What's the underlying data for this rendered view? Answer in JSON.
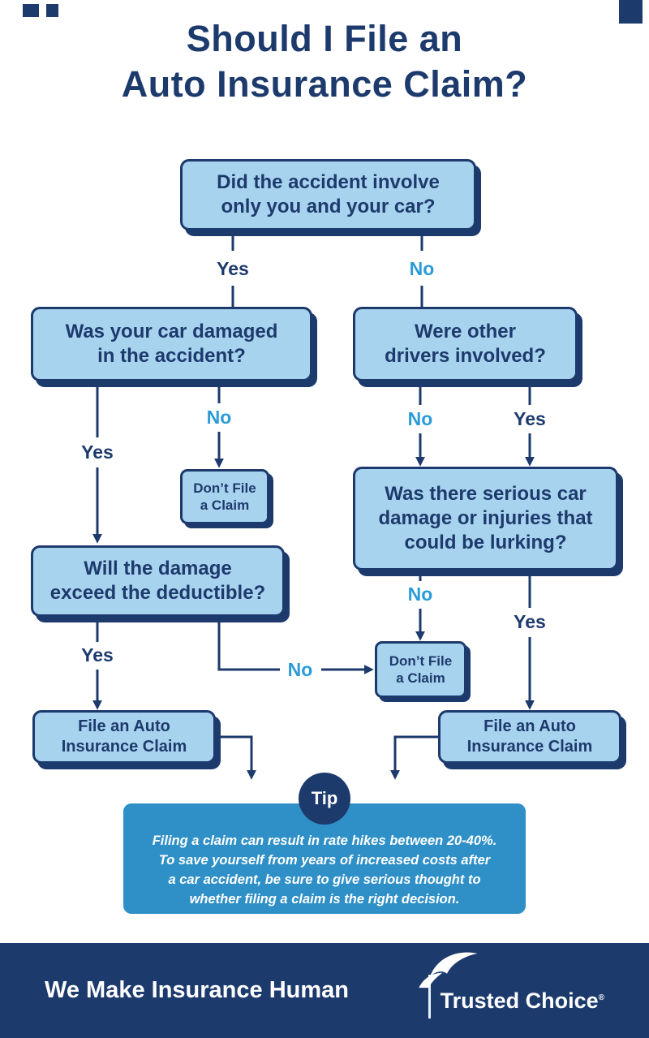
{
  "title": {
    "lines": [
      "Should I File an",
      "Auto Insurance Claim?"
    ]
  },
  "labels": {
    "yes": "Yes",
    "no": "No"
  },
  "nodes": {
    "accident": {
      "lines": [
        "Did the accident involve",
        "only you and your car?"
      ]
    },
    "car_damaged": {
      "lines": [
        "Was your car damaged",
        "in the accident?"
      ]
    },
    "other_drivers": {
      "lines": [
        "Were other",
        "drivers involved?"
      ]
    },
    "dont_file_1": {
      "lines": [
        "Don’t File",
        "a Claim"
      ]
    },
    "serious_damage": {
      "lines": [
        "Was there serious car",
        "damage or injuries that",
        "could be lurking?"
      ]
    },
    "exceed_deductible": {
      "lines": [
        "Will the damage",
        "exceed the deductible?"
      ]
    },
    "dont_file_2": {
      "lines": [
        "Don’t File",
        "a Claim"
      ]
    },
    "file_claim_left": {
      "lines": [
        "File an Auto",
        "Insurance Claim"
      ]
    },
    "file_claim_right": {
      "lines": [
        "File an Auto",
        "Insurance Claim"
      ]
    }
  },
  "tip": {
    "badge": "Tip",
    "lines": [
      "Filing a claim can result in rate hikes between 20-40%.",
      "To save yourself from years of increased costs after",
      "a car accident, be sure to give serious thought to",
      "whether filing a claim is the right decision."
    ]
  },
  "footer": {
    "tagline": "We Make Insurance Human",
    "brand": "Trusted Choice",
    "brand_mark": "®"
  },
  "colors": {
    "navy": "#1d3a6d",
    "box_fill": "#a8d3ee",
    "no_label_blue": "#2b9cd8",
    "banner_blue": "#2f90c8"
  }
}
